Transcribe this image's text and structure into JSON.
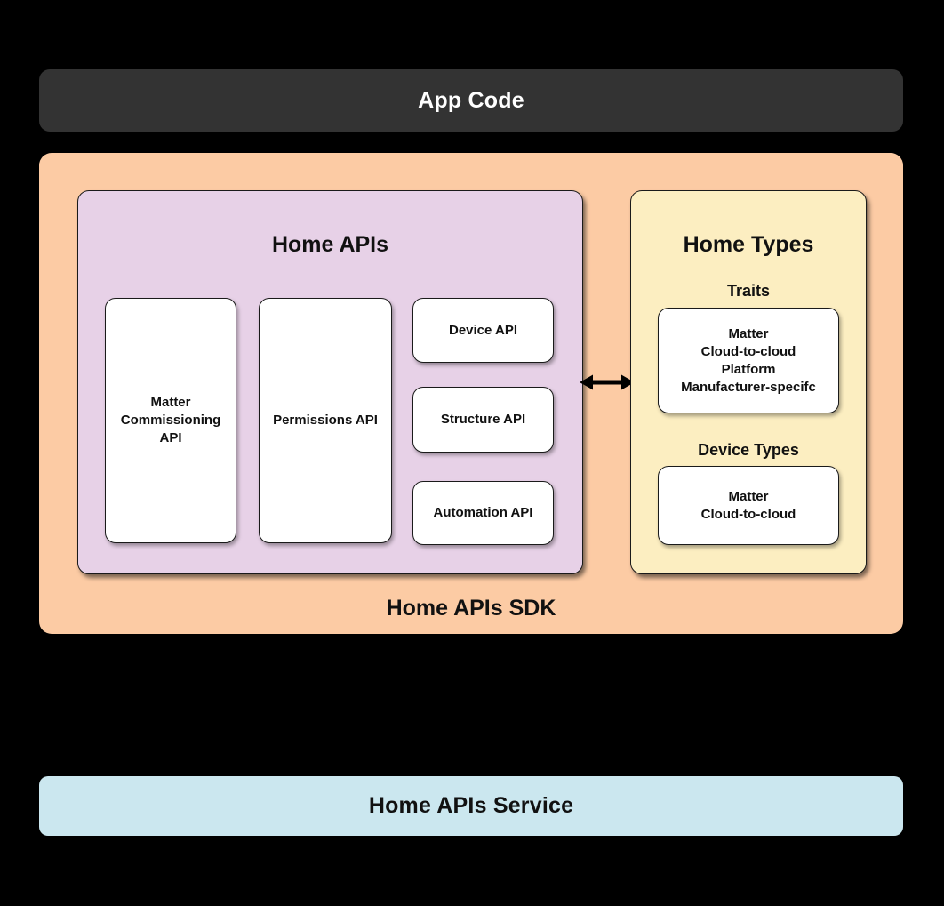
{
  "colors": {
    "background": "#000000",
    "app_bar": "#333333",
    "sdk_container": "#FCCBA4",
    "home_apis_panel": "#E7D1E7",
    "home_types_panel": "#FCEEC1",
    "white_box": "#FFFFFF",
    "service_bar": "#CBE7EF",
    "text_dark": "#111111",
    "text_light": "#FFFFFF"
  },
  "app_code": {
    "label": "App Code"
  },
  "sdk": {
    "label": "Home APIs SDK",
    "home_apis": {
      "title": "Home APIs",
      "boxes": {
        "matter_commissioning": "Matter Commissioning API",
        "permissions": "Permissions API",
        "device": "Device API",
        "structure": "Structure API",
        "automation": "Automation API"
      }
    },
    "connector": {
      "icon": "bidirectional-arrow"
    },
    "home_types": {
      "title": "Home Types",
      "traits": {
        "heading": "Traits",
        "lines": [
          "Matter",
          "Cloud-to-cloud",
          "Platform",
          "Manufacturer-specifc"
        ]
      },
      "device_types": {
        "heading": "Device Types",
        "lines": [
          "Matter",
          "Cloud-to-cloud"
        ]
      }
    }
  },
  "service": {
    "label": "Home APIs Service"
  }
}
